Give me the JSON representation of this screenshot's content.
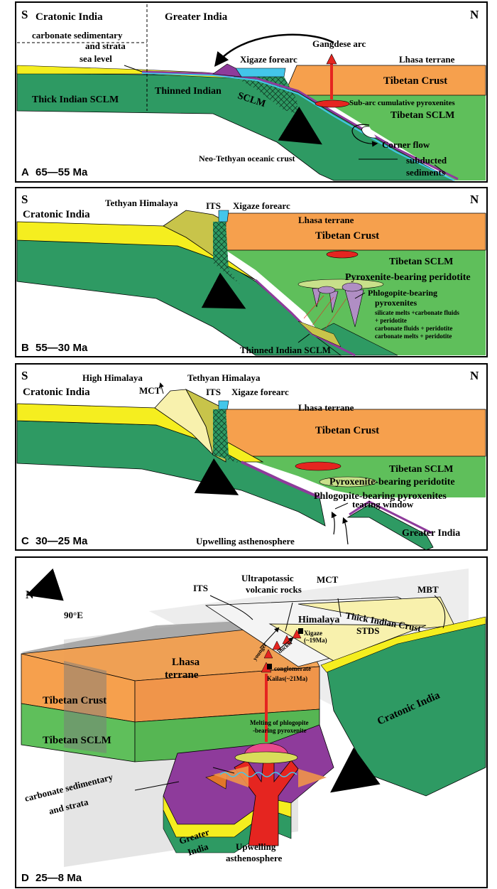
{
  "colors": {
    "yellow": "#f5ee1f",
    "olive": "#c8c44a",
    "pale_yellow": "#f8f1ad",
    "orange": "#f6a04d",
    "light_green": "#5fbf5b",
    "dark_green": "#2e9a63",
    "red": "#e52520",
    "purple": "#8e3b9b",
    "lilac": "#b08ec4",
    "cyan": "#43c6ea",
    "gray": "#9a9a9a",
    "light_gray": "#dcdcdc"
  },
  "panel_a": {
    "south": "S",
    "north": "N",
    "cratonic_india": "Cratonic India",
    "greater_india": "Greater India",
    "carbonate_line1": "carbonate sedimentary",
    "carbonate_line2": "and strata",
    "sea_level": "sea level",
    "xigaze_forearc": "Xigaze forearc",
    "gangdese_arc": "Gangdese arc",
    "lhasa_terrane": "Lhasa terrane",
    "tibetan_crust": "Tibetan Crust",
    "thick_sclm": "Thick Indian SCLM",
    "thinned_sclm_1": "Thinned Indian",
    "thinned_sclm_2": "SCLM",
    "sub_arc": "Sub-arc cumulative pyroxenites",
    "tibetan_sclm": "Tibetan SCLM",
    "corner_flow": "Corner flow",
    "oceanic_crust": "Neo-Tethyan oceanic crust",
    "subducted_1": "subducted",
    "subducted_2": "sediments",
    "letter": "A",
    "age": "65—55 Ma"
  },
  "panel_b": {
    "south": "S",
    "north": "N",
    "cratonic_india": "Cratonic India",
    "tethyan_himalaya": "Tethyan Himalaya",
    "its": "ITS",
    "xigaze_forearc": "Xigaze forearc",
    "lhasa_terrane": "Lhasa terrane",
    "tibetan_crust": "Tibetan Crust",
    "tibetan_sclm": "Tibetan SCLM",
    "pyrox_peridotite": "Pyroxenite-bearing peridotite",
    "phlog_1": "Phlogopite-bearing",
    "phlog_2": "pyroxenites",
    "note_1": "silicate melts +carbonate fluids",
    "note_2": "+ peridotite",
    "note_3": "carbonate fluids + peridotite",
    "note_4": "carbonate melts + peridotite",
    "thinned_sclm": "Thinned Indian SCLM",
    "letter": "B",
    "age": "55—30 Ma"
  },
  "panel_c": {
    "south": "S",
    "north": "N",
    "cratonic_india": "Cratonic India",
    "high_himalaya": "High Himalaya",
    "tethyan_himalaya": "Tethyan Himalaya",
    "its": "ITS",
    "xigaze_forearc": "Xigaze forearc",
    "mct": "MCT",
    "lhasa_terrane": "Lhasa terrane",
    "tibetan_crust": "Tibetan Crust",
    "tibetan_sclm": "Tibetan SCLM",
    "pyrox_peridotite": "Pyroxenite-bearing peridotite",
    "phlog": "Phlogopite-bearing pyroxenites",
    "tearing_window": "tearing window",
    "upwelling": "Upwelling asthenosphere",
    "greater_india": "Greater India",
    "letter": "C",
    "age": "30—25 Ma"
  },
  "panel_d": {
    "north": "N",
    "longitude": "90°E",
    "its": "ITS",
    "ultrapotassic_1": "Ultrapotassic",
    "ultrapotassic_2": "volcanic rocks",
    "mct": "MCT",
    "mbt": "MBT",
    "himalaya": "Himalaya",
    "thick_crust": "Thick Indian Crust",
    "stds": "STDS",
    "younger": "younger",
    "thicker": "thicker",
    "xigaze_1": "Xigaze",
    "xigaze_2": "(~19Ma)",
    "conglomerate": "conglomerate",
    "kailas": "Kailas(~21Ma)",
    "lhasa_1": "Lhasa",
    "lhasa_2": "terrane",
    "tibetan_crust": "Tibetan Crust",
    "tibetan_sclm": "Tibetan SCLM",
    "melting_1": "Melting of phlogopite",
    "melting_2": "-bearing pyroxenite",
    "cratonic_india": "Cratonic India",
    "carbonate_1": "carbonate sedimentary",
    "carbonate_2": "and strata",
    "greater_india_1": "Greater",
    "greater_india_2": "India",
    "upwelling_1": "Upwelling",
    "upwelling_2": "asthenosphere",
    "letter": "D",
    "age": "25—8 Ma"
  }
}
